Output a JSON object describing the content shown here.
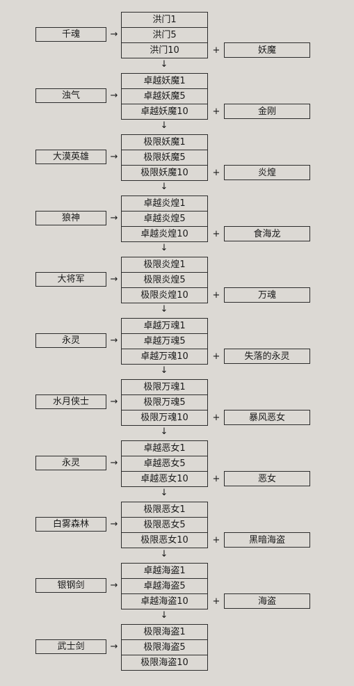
{
  "symbols": {
    "arrow_right": "→",
    "arrow_down": "↓",
    "plus": "+"
  },
  "groups": [
    {
      "left": "千魂",
      "stack": [
        "洪门1",
        "洪门5",
        "洪门10"
      ],
      "right": "妖魔"
    },
    {
      "left": "浊气",
      "stack": [
        "卓越妖魔1",
        "卓越妖魔5",
        "卓越妖魔10"
      ],
      "right": "金刚"
    },
    {
      "left": "大漠英雄",
      "stack": [
        "极限妖魔1",
        "极限妖魔5",
        "极限妖魔10"
      ],
      "right": "炎煌"
    },
    {
      "left": "狼神",
      "stack": [
        "卓越炎煌1",
        "卓越炎煌5",
        "卓越炎煌10"
      ],
      "right": "食海龙"
    },
    {
      "left": "大将军",
      "stack": [
        "极限炎煌1",
        "极限炎煌5",
        "极限炎煌10"
      ],
      "right": "万魂"
    },
    {
      "left": "永灵",
      "stack": [
        "卓越万魂1",
        "卓越万魂5",
        "卓越万魂10"
      ],
      "right": "失落的永灵"
    },
    {
      "left": "水月侠士",
      "stack": [
        "极限万魂1",
        "极限万魂5",
        "极限万魂10"
      ],
      "right": "暴风恶女"
    },
    {
      "left": "永灵",
      "stack": [
        "卓越恶女1",
        "卓越恶女5",
        "卓越恶女10"
      ],
      "right": "恶女"
    },
    {
      "left": "白雾森林",
      "stack": [
        "极限恶女1",
        "极限恶女5",
        "极限恶女10"
      ],
      "right": "黑暗海盗"
    },
    {
      "left": "银钢剑",
      "stack": [
        "卓越海盗1",
        "卓越海盗5",
        "卓越海盗10"
      ],
      "right": "海盗"
    },
    {
      "left": "武士剑",
      "stack": [
        "极限海盗1",
        "极限海盗5",
        "极限海盗10"
      ],
      "right": null
    }
  ]
}
